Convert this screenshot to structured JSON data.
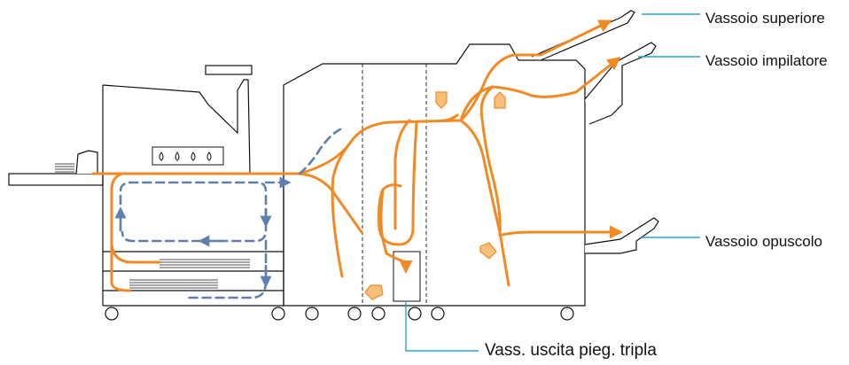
{
  "labels": {
    "top_tray": "Vassoio superiore",
    "stacking_tray": "Vassoio impilatore",
    "booklet_tray": "Vassoio opuscolo",
    "tri_fold_tray": "Vass. uscita pieg. tripla"
  },
  "colors": {
    "paper_path": "#f08a24",
    "duplex_path": "#5f7fb0",
    "callout_line": "#2fa3d8",
    "outline": "#111111",
    "sheet_marker": "#f6c07a"
  }
}
